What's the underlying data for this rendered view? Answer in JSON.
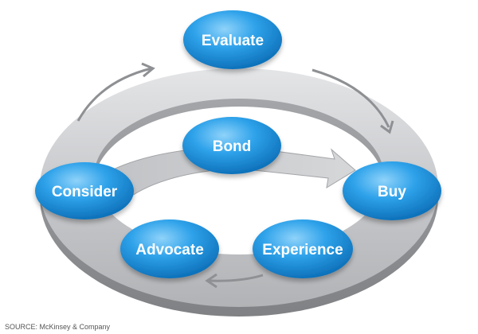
{
  "diagram": {
    "nodes": {
      "evaluate": "Evaluate",
      "bond": "Bond",
      "consider": "Consider",
      "buy": "Buy",
      "advocate": "Advocate",
      "experience": "Experience"
    },
    "source": "SOURCE: McKinsey & Company"
  },
  "colors": {
    "node_fill": "#1a8fdc",
    "node_highlight": "#7cc8f5",
    "ring": "#c9cacc",
    "arrow": "#8e9093"
  }
}
